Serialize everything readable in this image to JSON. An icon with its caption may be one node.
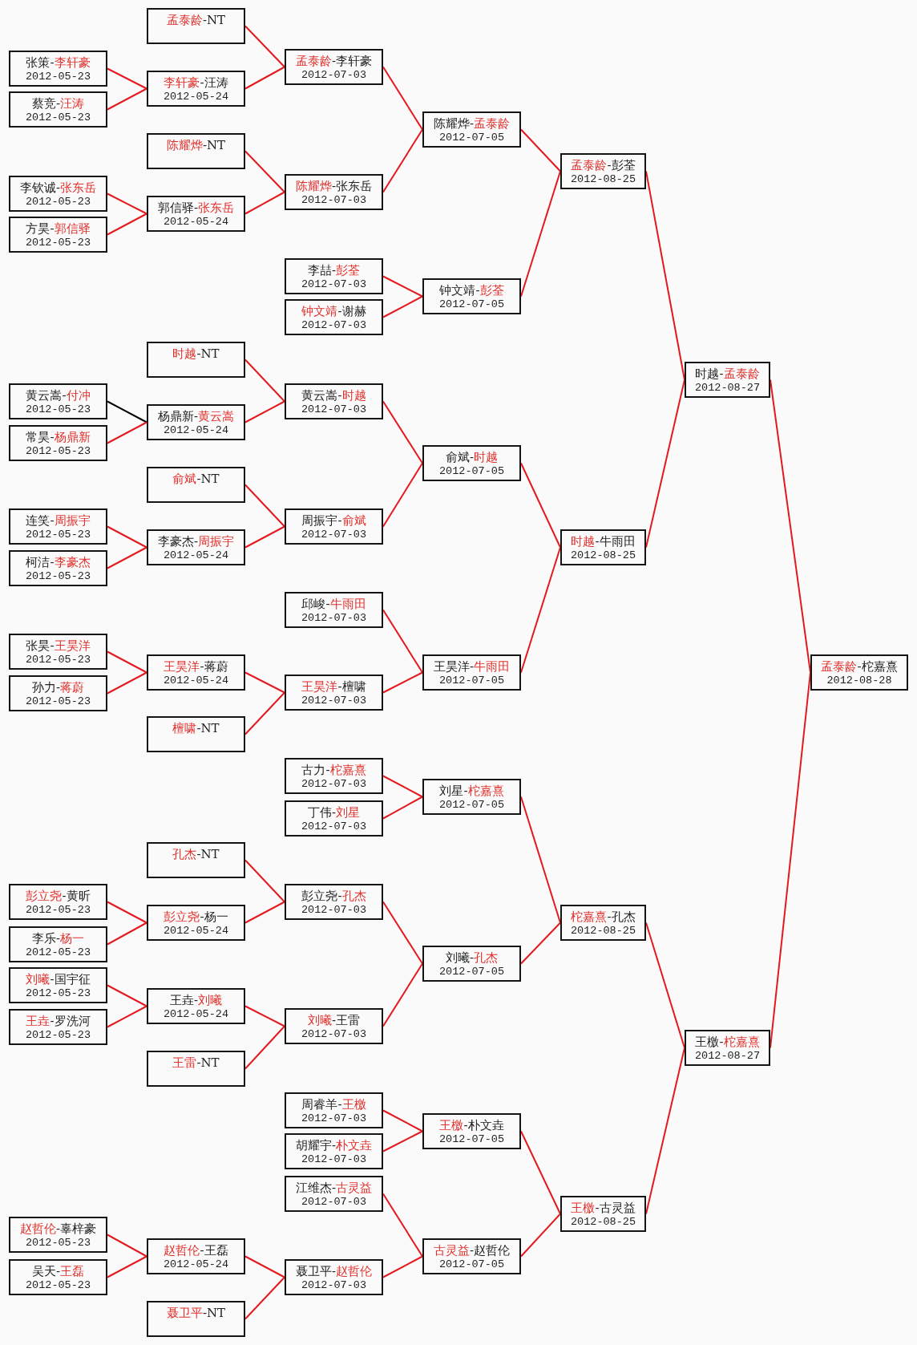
{
  "diagram": {
    "nodes": [
      {
        "text": [
          "张策-**李轩豪**",
          "2012-05-23"
        ]
      },
      {
        "text": [
          "蔡竞-**汪涛**",
          "2012-05-23"
        ]
      },
      {
        "text": [
          "李钦诚-**张东岳**",
          "2012-05-23"
        ]
      },
      {
        "text": [
          "方昊-**郭信驿**",
          "2012-05-23"
        ]
      },
      {
        "text": [
          "黄云嵩-**付冲**",
          "2012-05-23"
        ]
      },
      {
        "text": [
          "常昊-**杨鼎新**",
          "2012-05-23"
        ]
      },
      {
        "text": [
          "连笑-**周振宇**",
          "2012-05-23"
        ]
      },
      {
        "text": [
          "柯洁-**李豪杰**",
          "2012-05-23"
        ]
      },
      {
        "text": [
          "张昊-**王昊洋**",
          "2012-05-23"
        ]
      },
      {
        "text": [
          "孙力-**蒋蔚**",
          "2012-05-23"
        ]
      },
      {
        "text": [
          "**彭立尧**-黄昕",
          "2012-05-23"
        ]
      },
      {
        "text": [
          "李乐-**杨一**",
          "2012-05-23"
        ]
      },
      {
        "text": [
          "**刘曦**-国宇征",
          "2012-05-23"
        ]
      },
      {
        "text": [
          "**王垚**-罗洗河",
          "2012-05-23"
        ]
      },
      {
        "text": [
          "**赵哲伦**-辜梓豪",
          "2012-05-23"
        ]
      },
      {
        "text": [
          "吴天-**王磊**",
          "2012-05-23"
        ]
      },
      {
        "text": [
          "**孟泰龄**-NT"
        ]
      },
      {
        "text": [
          "**李轩豪**-汪涛",
          "2012-05-24"
        ]
      },
      {
        "text": [
          "**陈耀烨**-NT"
        ]
      },
      {
        "text": [
          "郭信驿-**张东岳**",
          "2012-05-24"
        ]
      },
      {
        "text": [
          "**时越**-NT"
        ]
      },
      {
        "text": [
          "杨鼎新-**黄云嵩**",
          "2012-05-24"
        ]
      },
      {
        "text": [
          "**俞斌**-NT"
        ]
      },
      {
        "text": [
          "李豪杰-**周振宇**",
          "2012-05-24"
        ]
      },
      {
        "text": [
          "**王昊洋**-蒋蔚",
          "2012-05-24"
        ]
      },
      {
        "text": [
          "**檀啸**-NT"
        ]
      },
      {
        "text": [
          "**孔杰**-NT"
        ]
      },
      {
        "text": [
          "**彭立尧**-杨一",
          "2012-05-24"
        ]
      },
      {
        "text": [
          "王垚-**刘曦**",
          "2012-05-24"
        ]
      },
      {
        "text": [
          "**王雷**-NT"
        ]
      },
      {
        "text": [
          "**赵哲伦**-王磊",
          "2012-05-24"
        ]
      },
      {
        "text": [
          "**聂卫平**-NT"
        ]
      },
      {
        "text": [
          "**孟泰龄**-李轩豪",
          "2012-07-03"
        ]
      },
      {
        "text": [
          "**陈耀烨**-张东岳",
          "2012-07-03"
        ]
      },
      {
        "text": [
          "李喆-**彭荃**",
          "2012-07-03"
        ]
      },
      {
        "text": [
          "**钟文靖**-谢赫",
          "2012-07-03"
        ]
      },
      {
        "text": [
          "黄云嵩-**时越**",
          "2012-07-03"
        ]
      },
      {
        "text": [
          "周振宇-**俞斌**",
          "2012-07-03"
        ]
      },
      {
        "text": [
          "邱峻-**牛雨田**",
          "2012-07-03"
        ]
      },
      {
        "text": [
          "**王昊洋**-檀啸",
          "2012-07-03"
        ]
      },
      {
        "text": [
          "古力-**柁嘉熹**",
          "2012-07-03"
        ]
      },
      {
        "text": [
          "丁伟-**刘星**",
          "2012-07-03"
        ]
      },
      {
        "text": [
          "彭立尧-**孔杰**",
          "2012-07-03"
        ]
      },
      {
        "text": [
          "**刘曦**-王雷",
          "2012-07-03"
        ]
      },
      {
        "text": [
          "周睿羊-**王檄**",
          "2012-07-03"
        ]
      },
      {
        "text": [
          "胡耀宇-**朴文垚**",
          "2012-07-03"
        ]
      },
      {
        "text": [
          "江维杰-**古灵益**",
          "2012-07-03"
        ]
      },
      {
        "text": [
          "聂卫平-**赵哲伦**",
          "2012-07-03"
        ]
      },
      {
        "text": [
          "陈耀烨-**孟泰龄**",
          "2012-07-05"
        ]
      },
      {
        "text": [
          "钟文靖-**彭荃**",
          "2012-07-05"
        ]
      },
      {
        "text": [
          "俞斌-**时越**",
          "2012-07-05"
        ]
      },
      {
        "text": [
          "王昊洋-**牛雨田**",
          "2012-07-05"
        ]
      },
      {
        "text": [
          "刘星-**柁嘉熹**",
          "2012-07-05"
        ]
      },
      {
        "text": [
          "刘曦-**孔杰**",
          "2012-07-05"
        ]
      },
      {
        "text": [
          "**王檄**-朴文垚",
          "2012-07-05"
        ]
      },
      {
        "text": [
          "**古灵益**-赵哲伦",
          "2012-07-05"
        ]
      },
      {
        "text": [
          "**孟泰龄**-彭荃",
          "2012-08-25"
        ]
      },
      {
        "text": [
          "**时越**-牛雨田",
          "2012-08-25"
        ]
      },
      {
        "text": [
          "**柁嘉熹**-孔杰",
          "2012-08-25"
        ]
      },
      {
        "text": [
          "**王檄**-古灵益",
          "2012-08-25"
        ]
      },
      {
        "text": [
          "时越-**孟泰龄**",
          "2012-08-27"
        ]
      },
      {
        "text": [
          "王檄-**柁嘉熹**",
          "2012-08-27"
        ]
      },
      {
        "text": [
          "**孟泰龄**-柁嘉熹",
          "2012-08-28"
        ]
      }
    ],
    "edges": [
      {
        "from": 0,
        "to": 17,
        "arrow": "none"
      },
      {
        "from": 1,
        "to": 17,
        "arrow": "none"
      },
      {
        "from": 2,
        "to": 19,
        "arrow": "none"
      },
      {
        "from": 3,
        "to": 19,
        "arrow": "none"
      },
      {
        "from": 4,
        "to": 21,
        "arrow": "none",
        "color": "#000000"
      },
      {
        "from": 5,
        "to": 21,
        "arrow": "none"
      },
      {
        "from": 6,
        "to": 23,
        "arrow": "none"
      },
      {
        "from": 7,
        "to": 23,
        "arrow": "none"
      },
      {
        "from": 8,
        "to": 24,
        "arrow": "none"
      },
      {
        "from": 9,
        "to": 24,
        "arrow": "none"
      },
      {
        "from": 10,
        "to": 27,
        "arrow": "none"
      },
      {
        "from": 11,
        "to": 27,
        "arrow": "none"
      },
      {
        "from": 12,
        "to": 28,
        "arrow": "none"
      },
      {
        "from": 13,
        "to": 28,
        "arrow": "none"
      },
      {
        "from": 14,
        "to": 30,
        "arrow": "none"
      },
      {
        "from": 15,
        "to": 30,
        "arrow": "none"
      },
      {
        "from": 16,
        "to": 32,
        "arrow": "none"
      },
      {
        "from": 17,
        "to": 32,
        "arrow": "none"
      },
      {
        "from": 18,
        "to": 33,
        "arrow": "none"
      },
      {
        "from": 19,
        "to": 33,
        "arrow": "none"
      },
      {
        "from": 20,
        "to": 36,
        "arrow": "none"
      },
      {
        "from": 21,
        "to": 36,
        "arrow": "none"
      },
      {
        "from": 22,
        "to": 37,
        "arrow": "none"
      },
      {
        "from": 23,
        "to": 37,
        "arrow": "none"
      },
      {
        "from": 24,
        "to": 39,
        "arrow": "none"
      },
      {
        "from": 25,
        "to": 39,
        "arrow": "none"
      },
      {
        "from": 26,
        "to": 42,
        "arrow": "none"
      },
      {
        "from": 27,
        "to": 42,
        "arrow": "none"
      },
      {
        "from": 28,
        "to": 43,
        "arrow": "none"
      },
      {
        "from": 29,
        "to": 43,
        "arrow": "none"
      },
      {
        "from": 30,
        "to": 47,
        "arrow": "none"
      },
      {
        "from": 31,
        "to": 47,
        "arrow": "none"
      },
      {
        "from": 32,
        "to": 48,
        "arrow": "none"
      },
      {
        "from": 33,
        "to": 48,
        "arrow": "none"
      },
      {
        "from": 34,
        "to": 49,
        "arrow": "none"
      },
      {
        "from": 35,
        "to": 49,
        "arrow": "none"
      },
      {
        "from": 36,
        "to": 50,
        "arrow": "none"
      },
      {
        "from": 37,
        "to": 50,
        "arrow": "none"
      },
      {
        "from": 38,
        "to": 51,
        "arrow": "none"
      },
      {
        "from": 39,
        "to": 51,
        "arrow": "none"
      },
      {
        "from": 40,
        "to": 52,
        "arrow": "none"
      },
      {
        "from": 41,
        "to": 52,
        "arrow": "none"
      },
      {
        "from": 42,
        "to": 53,
        "arrow": "none"
      },
      {
        "from": 43,
        "to": 53,
        "arrow": "none"
      },
      {
        "from": 44,
        "to": 54,
        "arrow": "none"
      },
      {
        "from": 45,
        "to": 54,
        "arrow": "none"
      },
      {
        "from": 46,
        "to": 55,
        "arrow": "none"
      },
      {
        "from": 47,
        "to": 55,
        "arrow": "none"
      },
      {
        "from": 48,
        "to": 56,
        "arrow": "none"
      },
      {
        "from": 49,
        "to": 56,
        "arrow": "none"
      },
      {
        "from": 50,
        "to": 57,
        "arrow": "none"
      },
      {
        "from": 51,
        "to": 57,
        "arrow": "none"
      },
      {
        "from": 52,
        "to": 58,
        "arrow": "none"
      },
      {
        "from": 53,
        "to": 58,
        "arrow": "none"
      },
      {
        "from": 54,
        "to": 59,
        "arrow": "none"
      },
      {
        "from": 55,
        "to": 59,
        "arrow": "none"
      },
      {
        "from": 56,
        "to": 60,
        "arrow": "none"
      },
      {
        "from": 57,
        "to": 60,
        "arrow": "none"
      },
      {
        "from": 58,
        "to": 61,
        "arrow": "none"
      },
      {
        "from": 59,
        "to": 61,
        "arrow": "none"
      },
      {
        "from": 60,
        "to": 62,
        "arrow": "none"
      },
      {
        "from": 61,
        "to": 62,
        "arrow": "none"
      }
    ]
  }
}
